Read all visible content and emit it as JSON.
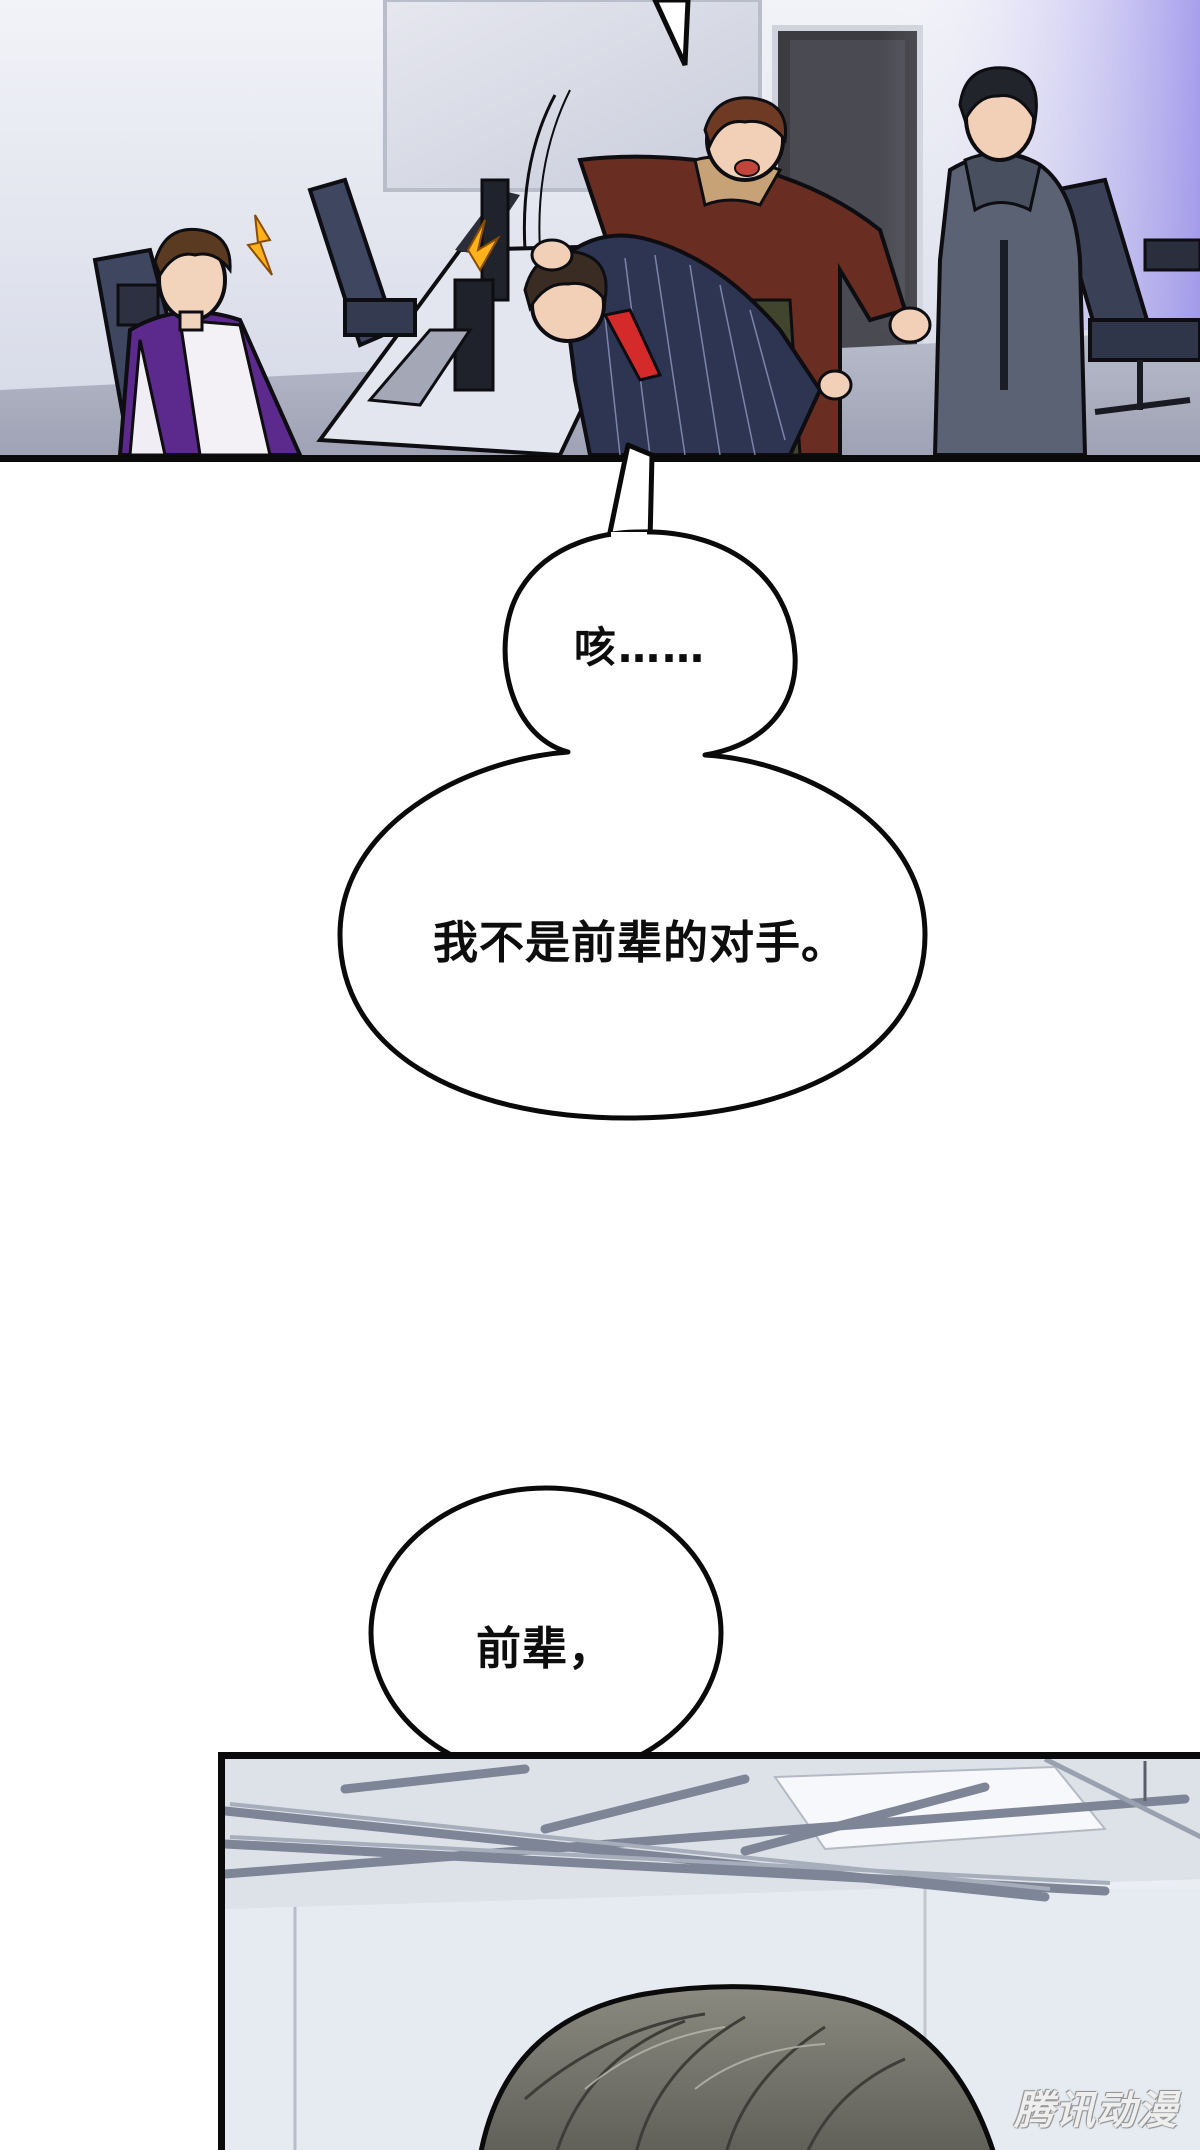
{
  "bubbles": {
    "cough": "咳……",
    "not_match": "我不是前辈的对手。",
    "senpai": "前辈，"
  },
  "watermark": {
    "text": "腾讯动漫"
  },
  "colors": {
    "panel_border": "#0a0a0a",
    "bubble_fill": "#ffffff",
    "bubble_stroke": "#0a0a0a",
    "purple_jacket": "#5b2a8c",
    "brown_jacket": "#6a2d22",
    "navy_suit": "#2d3552",
    "grey_hoodie": "#5a6274",
    "hair_grey": "#7a7a72"
  }
}
